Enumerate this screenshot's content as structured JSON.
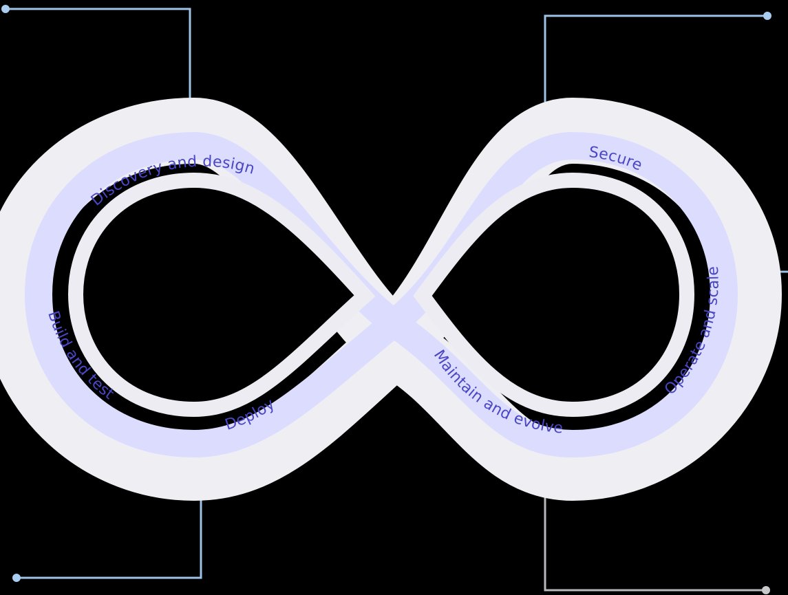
{
  "colors": {
    "background": "#000000",
    "ring_outer": "#efeff3",
    "ring_track": "#dcdcff",
    "ring_label": "#4a47c4",
    "connector_blue": "#9ec3e6",
    "connector_gray": "#b9b9bd"
  },
  "stages": [
    {
      "id": "discovery",
      "label": "Discovery and design"
    },
    {
      "id": "build",
      "label": "Build and test"
    },
    {
      "id": "deploy",
      "label": "Deploy"
    },
    {
      "id": "maintain",
      "label": "Maintain and evolve"
    },
    {
      "id": "operate",
      "label": "Operate and scale"
    },
    {
      "id": "secure",
      "label": "Secure"
    }
  ]
}
